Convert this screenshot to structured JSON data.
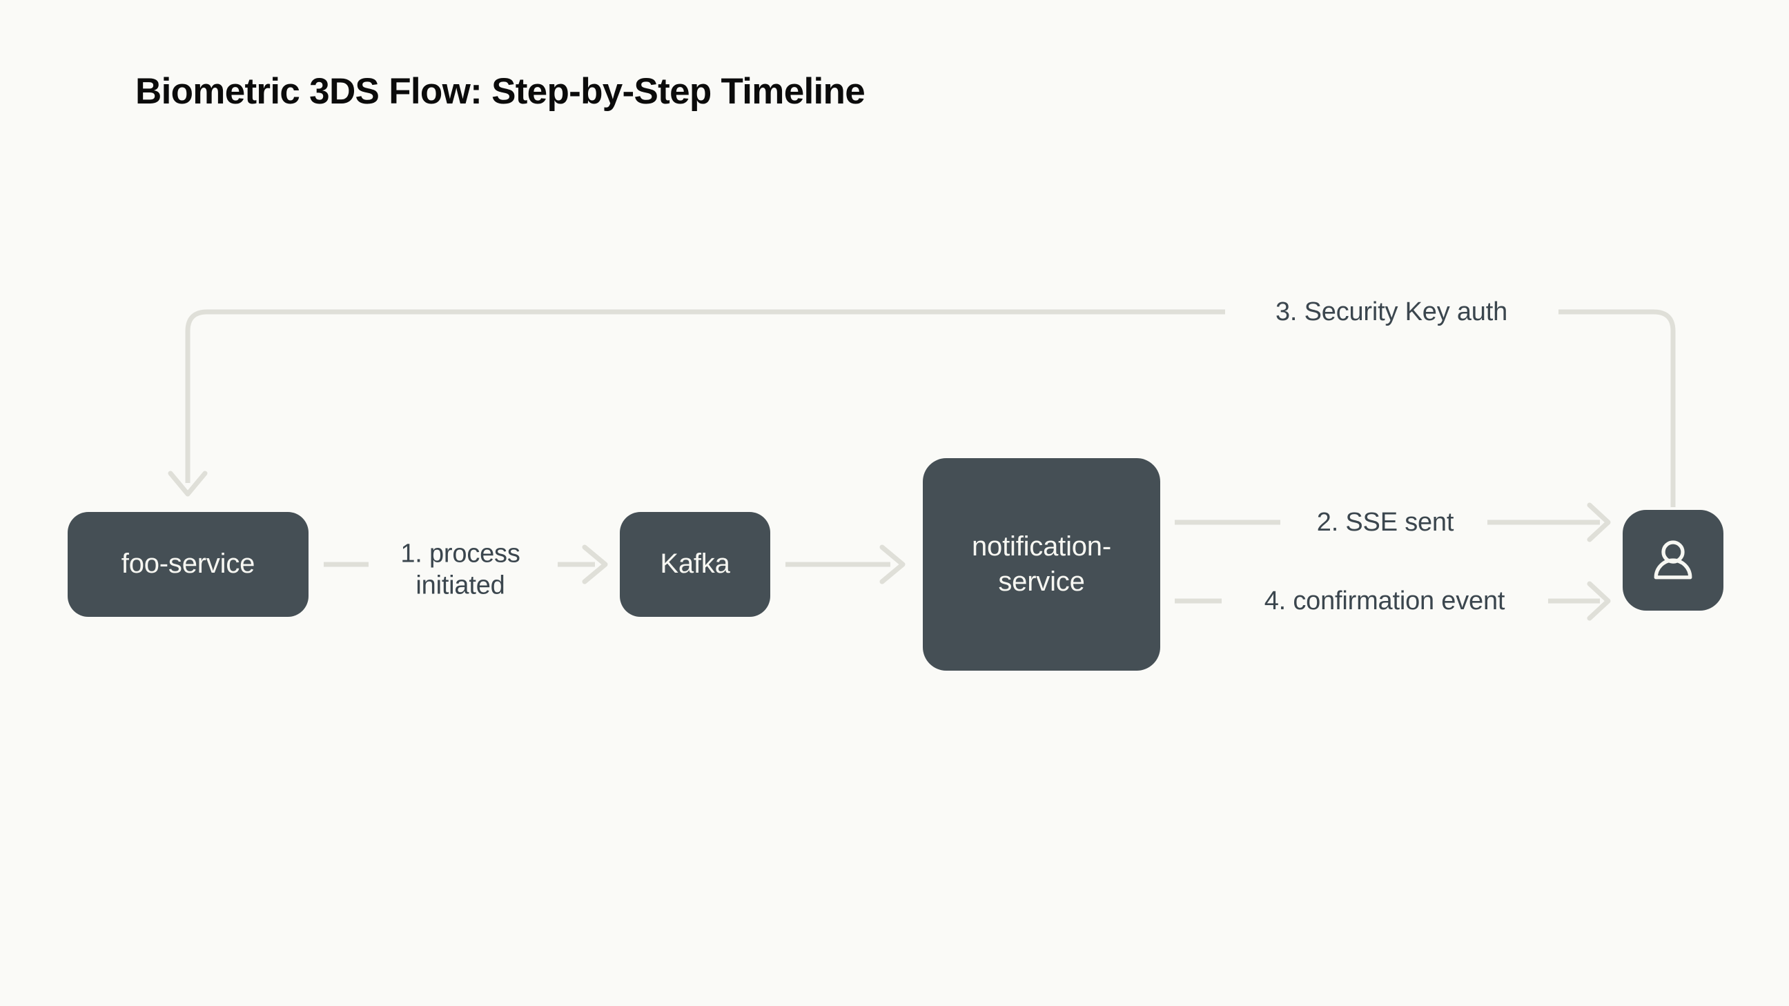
{
  "page": {
    "title": "Biometric 3DS Flow: Step-by-Step Timeline",
    "background_color": "#FAFAF7",
    "node_color": "#454F55",
    "node_text_color": "#F7F7F2",
    "edge_color": "#DFDFD8",
    "label_text_color": "#3B464E"
  },
  "nodes": [
    {
      "id": "foo-service",
      "label": "foo-service",
      "type": "service"
    },
    {
      "id": "kafka",
      "label": "Kafka",
      "type": "service"
    },
    {
      "id": "notification-service",
      "label": "notification-\nservice",
      "type": "service"
    },
    {
      "id": "user",
      "label": "",
      "type": "actor",
      "icon": "user-icon"
    }
  ],
  "edges": [
    {
      "id": "edge-1",
      "from": "foo-service",
      "to": "kafka",
      "label": "1. process\ninitiated",
      "step": 1
    },
    {
      "id": "edge-2",
      "from": "kafka",
      "to": "notification-service",
      "label": "",
      "step": null
    },
    {
      "id": "edge-3",
      "from": "notification-service",
      "to": "user",
      "label": "2. SSE sent",
      "step": 2
    },
    {
      "id": "edge-4",
      "from": "user",
      "to": "foo-service",
      "label": "3. Security Key auth",
      "step": 3
    },
    {
      "id": "edge-5",
      "from": "notification-service",
      "to": "user",
      "label": "4. confirmation event",
      "step": 4
    }
  ]
}
